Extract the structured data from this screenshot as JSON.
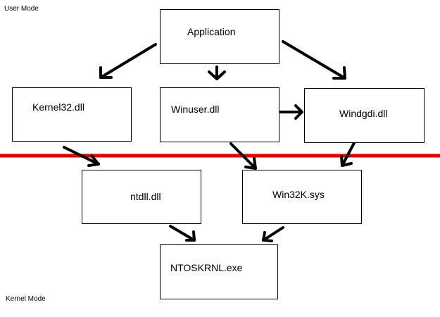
{
  "regions": {
    "user_mode": "User Mode",
    "kernel_mode": "Kernel Mode"
  },
  "nodes": {
    "application": "Application",
    "kernel32": "Kernel32.dll",
    "winuser": "Winuser.dll",
    "windgdi": "Windgdi.dll",
    "ntdll": "ntdll.dll",
    "win32k": "Win32K.sys",
    "ntoskrnl": "NTOSKRNL.exe"
  },
  "edges": [
    {
      "from": "application",
      "to": "kernel32"
    },
    {
      "from": "application",
      "to": "winuser"
    },
    {
      "from": "application",
      "to": "windgdi"
    },
    {
      "from": "winuser",
      "to": "windgdi"
    },
    {
      "from": "kernel32",
      "to": "ntdll"
    },
    {
      "from": "winuser",
      "to": "win32k"
    },
    {
      "from": "windgdi",
      "to": "win32k"
    },
    {
      "from": "ntdll",
      "to": "ntoskrnl"
    },
    {
      "from": "win32k",
      "to": "ntoskrnl"
    }
  ],
  "colors": {
    "boundary_line": "#e00000",
    "arrow": "#000000",
    "box_border": "#000000"
  }
}
